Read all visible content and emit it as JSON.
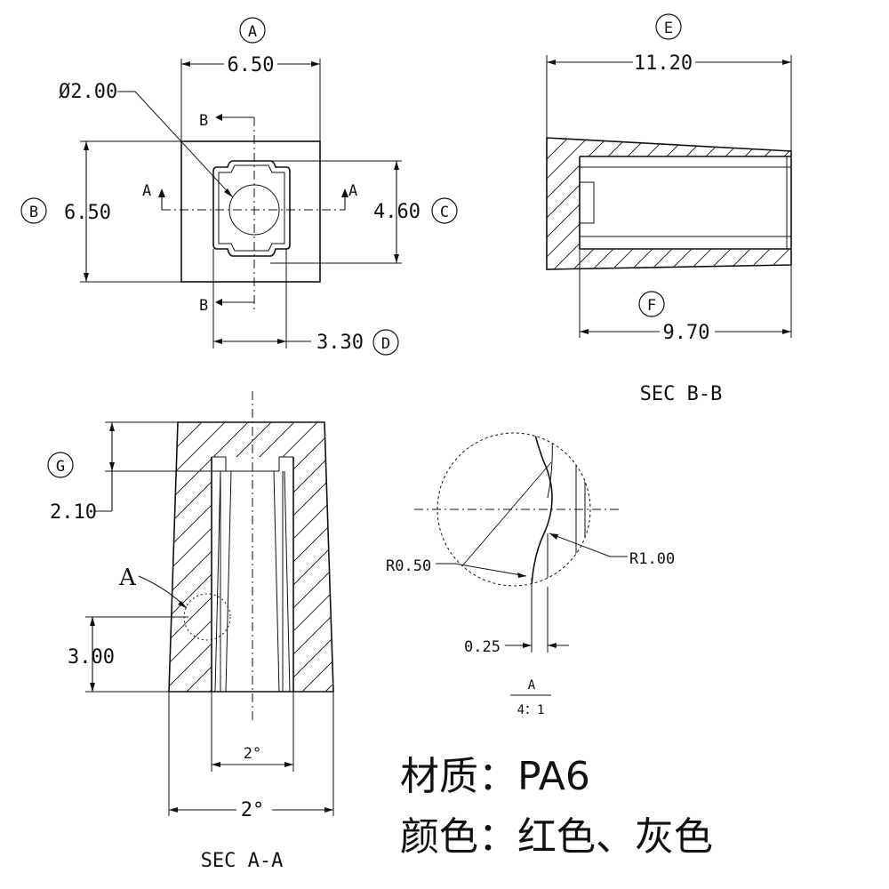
{
  "top_view": {
    "width_dim": "6.50",
    "height_dim": "6.50",
    "hole_dia": "Ø2.00",
    "inner_dim": "4.60",
    "slot_dim": "3.30",
    "section_a_label": "A",
    "section_b_label": "B"
  },
  "sec_bb": {
    "top_dim": "11.20",
    "bottom_dim": "9.70",
    "caption": "SEC B-B"
  },
  "sec_aa": {
    "depth_dim": "2.10",
    "detail_height_dim": "3.00",
    "detail_label": "A",
    "inner_angle": "2°",
    "outer_angle": "2°",
    "caption": "SEC A-A"
  },
  "detail_a": {
    "r_small": "R0.50",
    "r_large": "R1.00",
    "offset": "0.25",
    "label": "A",
    "scale": "4：1"
  },
  "callouts": {
    "A": "A",
    "B": "B",
    "C": "C",
    "D": "D",
    "E": "E",
    "F": "F",
    "G": "G"
  },
  "notes": {
    "material": "材质：PA6",
    "color": "颜色：红色、灰色"
  }
}
